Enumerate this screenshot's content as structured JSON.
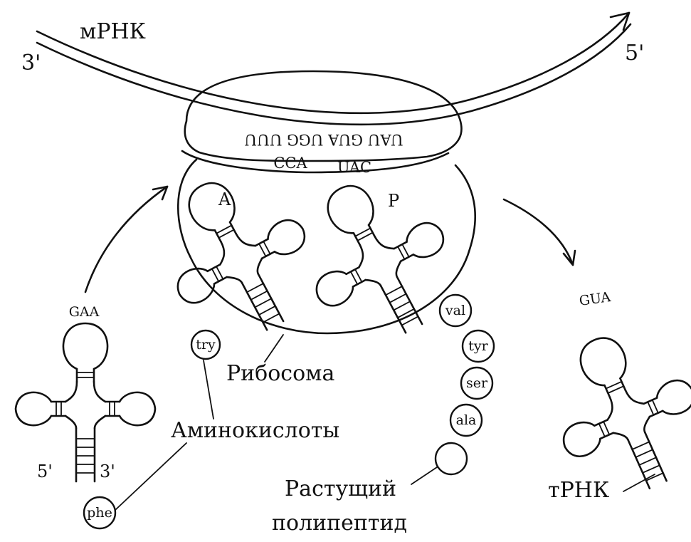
{
  "labels": {
    "mrna": "мРНК",
    "mrna_3prime": "3'",
    "mrna_5prime": "5'",
    "codons": "UAU GUA UGG UUU",
    "anticodon_p": "UAC",
    "anticodon_a": "CCA",
    "site_a": "A",
    "site_p": "P",
    "ribosome": "Рибосома",
    "amino_acids": "Аминокислоты",
    "growing_polypeptide_line1": "Растущий",
    "growing_polypeptide_line2": "полипептид",
    "trna": "тРНК",
    "incoming_anticodon": "GAA",
    "outgoing_anticodon": "GUA",
    "incoming_5prime": "5'",
    "incoming_3prime": "3'"
  },
  "amino_acids": {
    "a_site": "try",
    "incoming": "phe",
    "chain": [
      "val",
      "tyr",
      "ser",
      "ala",
      ""
    ]
  }
}
